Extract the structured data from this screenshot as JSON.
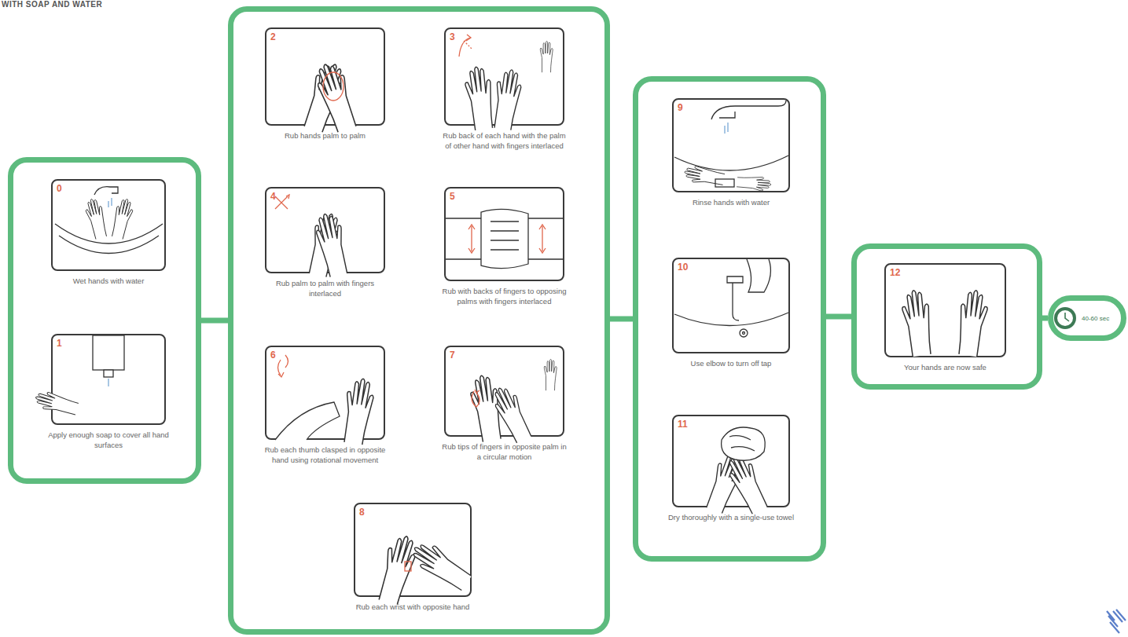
{
  "diagram": {
    "title": "WITH SOAP AND WATER",
    "nodes": [
      {
        "text": []
      },
      {
        "text": [
          "0",
          "Wet hands with water"
        ],
        "in": 0
      },
      {
        "text": [
          "1",
          "Apply enough soap to cover all hand surfaces"
        ],
        "in": 0
      },
      {
        "text": []
      },
      {
        "text": [
          "2",
          "Rub hands palm to palm"
        ],
        "in": 3
      },
      {
        "text": [
          "3",
          "Rub back of each hand with the palm of other hand with fingers interlaced"
        ],
        "in": 3
      },
      {
        "text": [
          "4",
          "Rub palm to palm with fingers interlaced"
        ],
        "in": 3
      },
      {
        "text": [
          "5",
          "Rub with backs of fingers to opposing palms with fingers interlaced"
        ],
        "in": 3
      },
      {
        "text": [
          "6",
          "Rub each thumb clasped in opposite hand using rotational movement"
        ],
        "in": 3
      },
      {
        "text": [
          "7",
          "Rub tips of fingers in opposite palm in a circular motion"
        ],
        "in": 3
      },
      {
        "text": [
          "8",
          "Rub each wrist with opposite hand"
        ],
        "in": 3
      },
      {
        "text": []
      },
      {
        "text": [
          "9",
          "Rinse hands with water"
        ],
        "in": 11
      },
      {
        "text": [
          "10",
          "Use elbow to turn off tap"
        ],
        "in": 11
      },
      {
        "text": [
          "11",
          "Dry thoroughly with a single-use towel"
        ],
        "in": 11
      },
      {
        "text": []
      },
      {
        "text": [
          "12",
          "Your hands are now safe"
        ],
        "in": 15
      },
      {
        "text": [
          "40-60 sec"
        ]
      }
    ],
    "edges": [
      {
        "from": 0,
        "to": 3,
        "arrow": "none"
      },
      {
        "from": 3,
        "to": 11,
        "arrow": "none"
      },
      {
        "from": 11,
        "to": 15,
        "arrow": "none"
      },
      {
        "from": 15,
        "to": 17,
        "arrow": "none"
      }
    ]
  }
}
